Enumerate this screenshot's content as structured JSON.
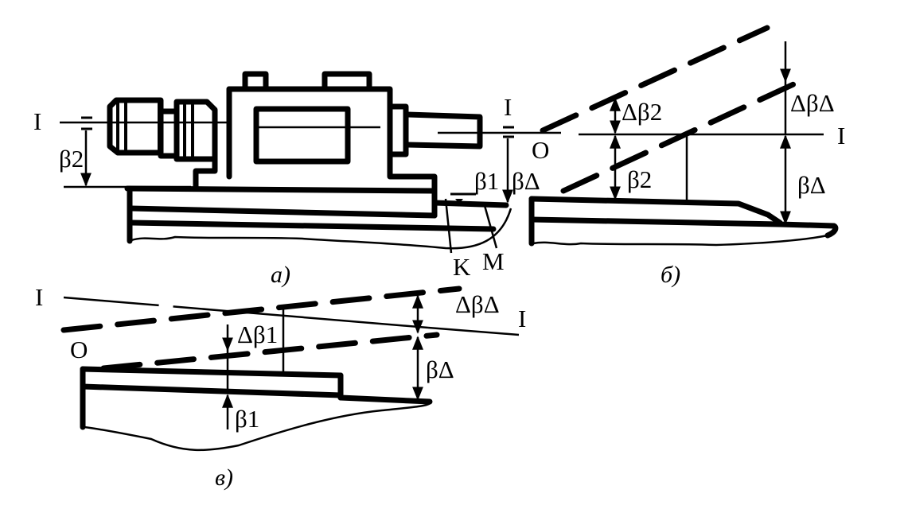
{
  "figure": {
    "panels": [
      {
        "id": "a",
        "caption": "а)",
        "labels": {
          "axis_left": "I",
          "axis_right": "I",
          "beta2": "β2",
          "beta1": "β1",
          "beta_delta": "βΔ",
          "point_k": "K",
          "point_m": "M"
        }
      },
      {
        "id": "b",
        "caption": "б)",
        "labels": {
          "origin": "O",
          "axis": "I",
          "delta_beta2": "Δβ2",
          "beta2": "β2",
          "delta_beta_delta": "ΔβΔ",
          "beta_delta": "βΔ"
        }
      },
      {
        "id": "c",
        "caption": "в)",
        "labels": {
          "axis_left": "I",
          "axis_right": "I",
          "origin": "O",
          "delta_beta1": "Δβ1",
          "beta1": "β1",
          "delta_beta_delta": "ΔβΔ",
          "beta_delta": "βΔ"
        }
      }
    ]
  }
}
